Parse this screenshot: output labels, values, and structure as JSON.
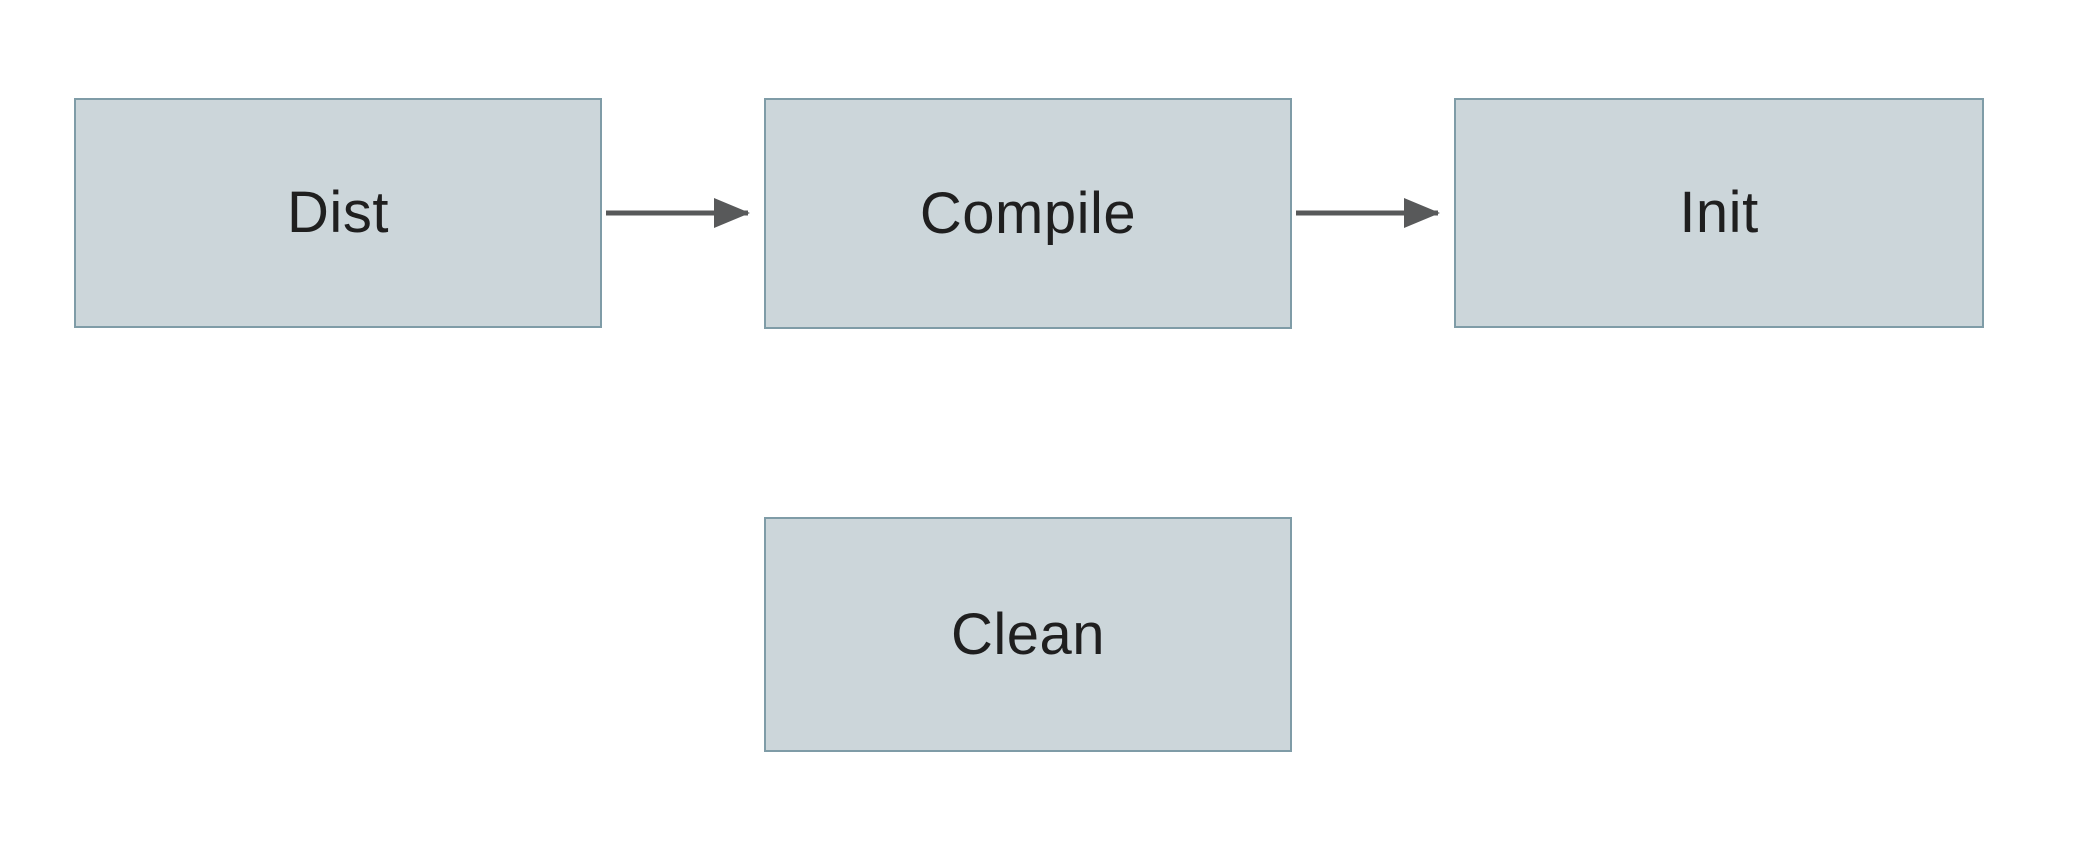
{
  "diagram": {
    "title": "",
    "type": "flowchart",
    "nodes": [
      {
        "id": "dist",
        "label": "Dist"
      },
      {
        "id": "compile",
        "label": "Compile"
      },
      {
        "id": "init",
        "label": "Init"
      },
      {
        "id": "clean",
        "label": "Clean"
      }
    ],
    "edges": [
      {
        "from": "Dist",
        "to": "Compile",
        "style": "arrow"
      },
      {
        "from": "Compile",
        "to": "Init",
        "style": "arrow"
      }
    ],
    "colors": {
      "node_fill": "#ccd6da",
      "node_border": "#7f9ca7",
      "arrow": "#58595a",
      "text": "#1f1f1f",
      "background": "#ffffff"
    }
  }
}
